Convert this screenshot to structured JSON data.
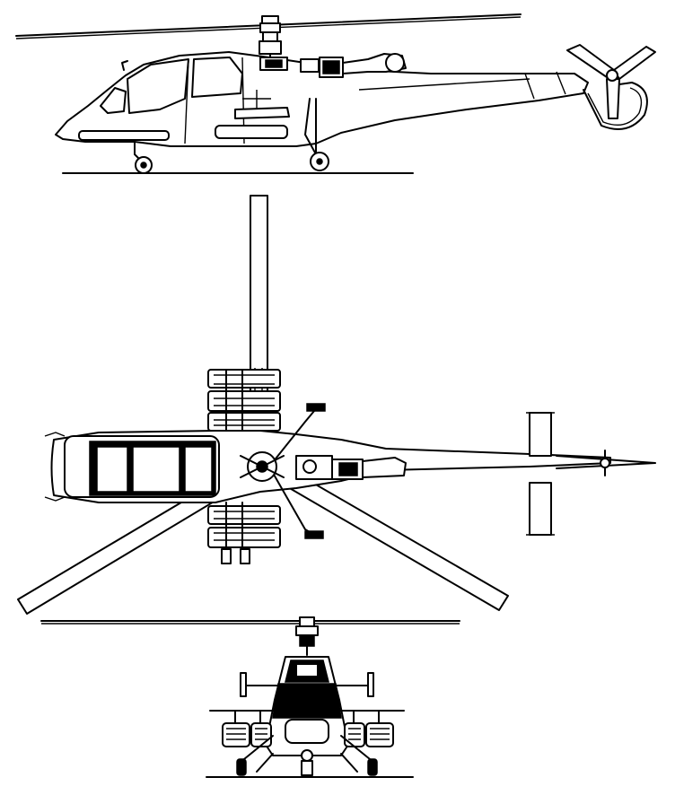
{
  "drawing": {
    "views": [
      "side-view",
      "top-view",
      "front-view"
    ],
    "colors": {
      "ink": "#000000",
      "paper": "#ffffff"
    }
  }
}
